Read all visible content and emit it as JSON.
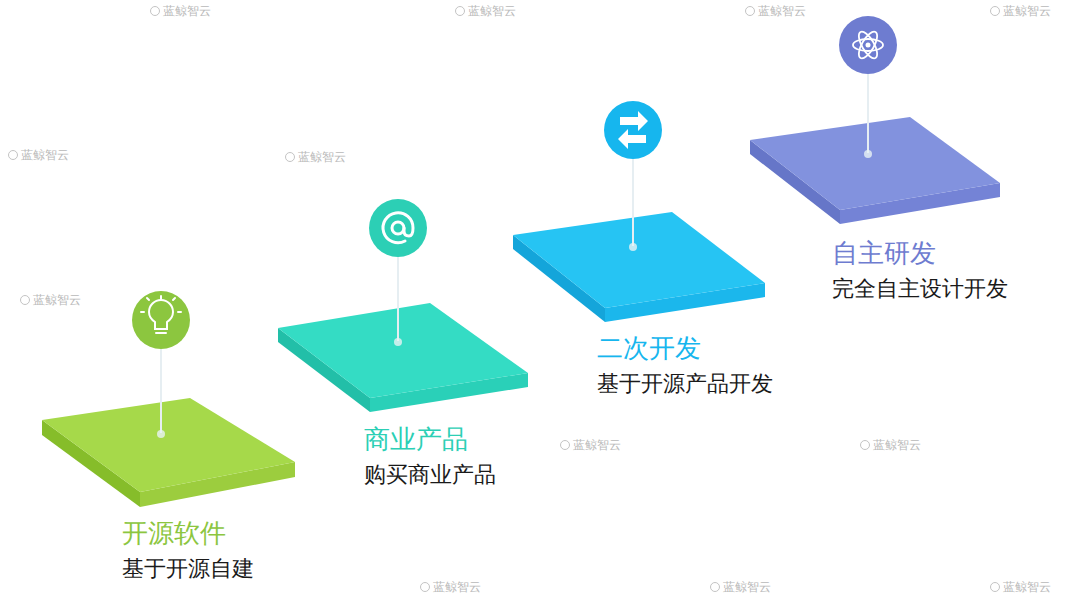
{
  "diagram": {
    "nodes": [
      {
        "text": [
          "开源软件",
          "基于开源自建"
        ]
      },
      {
        "text": [
          "商业产品",
          "购买商业产品"
        ]
      },
      {
        "text": [
          "二次开发",
          "基于开源产品开发"
        ]
      },
      {
        "text": [
          "自主研发",
          "完全自主设计开发"
        ]
      }
    ],
    "labels": [
      "蓝鲸智云",
      "蓝鲸智云",
      "蓝鲸智云",
      "蓝鲸智云",
      "蓝鲸智云",
      "蓝鲸智云",
      "蓝鲸智云",
      "蓝鲸智云",
      "蓝鲸智云",
      "蓝鲸智云",
      "蓝鲸智云",
      "蓝鲸智云"
    ]
  }
}
